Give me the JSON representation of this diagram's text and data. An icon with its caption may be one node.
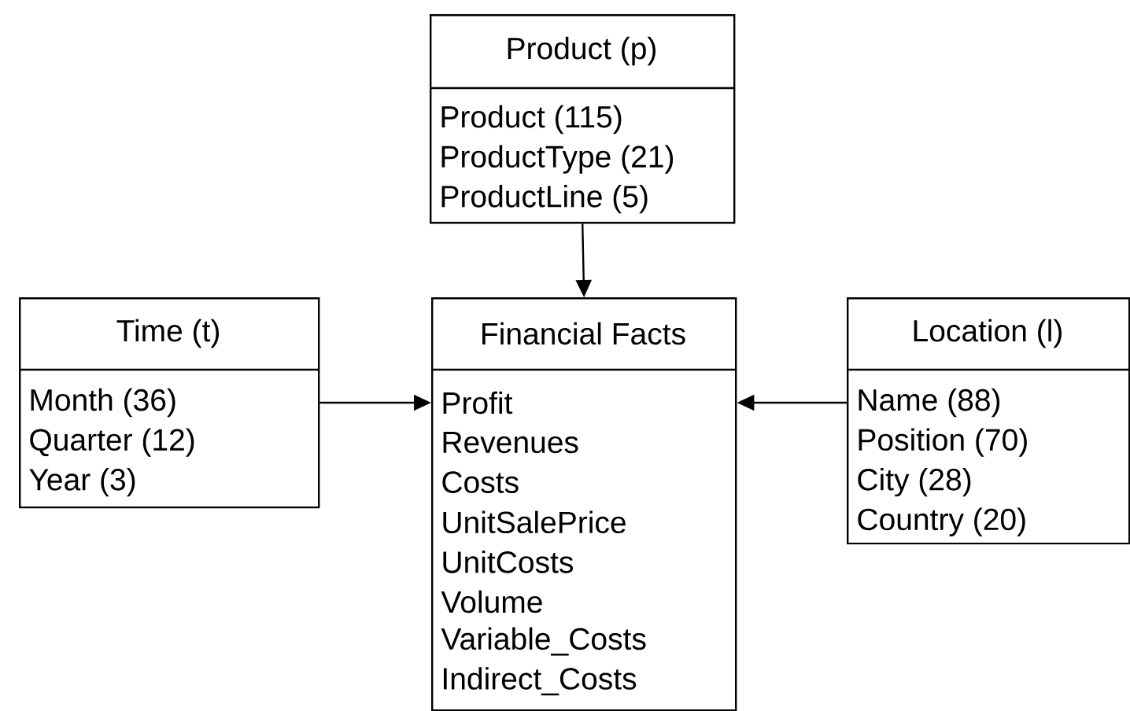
{
  "diagram": {
    "nodes": [
      {
        "text": [
          "Product (p)",
          "Product (115)",
          "ProductType (21)",
          "ProductLine (5)"
        ]
      },
      {
        "text": [
          "Time (t)",
          "Month (36)",
          "Quarter (12)",
          "Year (3)"
        ]
      },
      {
        "text": [
          "Financial Facts",
          "Profit",
          "Revenues",
          "Costs",
          "UnitSalePrice",
          "UnitCosts",
          "Volume",
          "Variable_Costs",
          "Indirect_Costs"
        ]
      },
      {
        "text": [
          "Location (l)",
          "Name (88)",
          "Position (70)",
          "City (28)",
          "Country (20)"
        ]
      }
    ],
    "edges": [
      {
        "from": 0,
        "to": 2,
        "arrow": "to"
      },
      {
        "from": 1,
        "to": 2,
        "arrow": "to"
      },
      {
        "from": 3,
        "to": 2,
        "arrow": "to"
      }
    ]
  }
}
